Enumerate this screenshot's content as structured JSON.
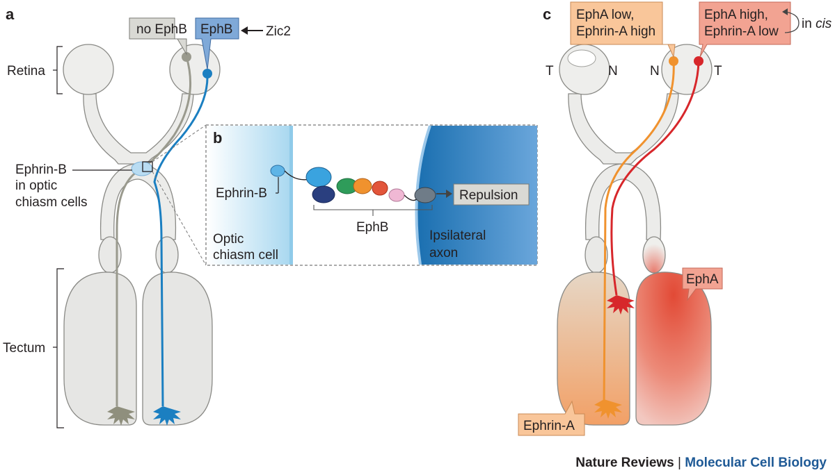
{
  "panels": {
    "a": "a",
    "b": "b",
    "c": "c"
  },
  "panel_a": {
    "retina": "Retina",
    "tectum": "Tectum",
    "no_ephb": "no EphB",
    "ephb": "EphB",
    "zic2": "Zic2",
    "ephrin_b_1": "Ephrin-B",
    "ephrin_b_2": "in optic",
    "ephrin_b_3": "chiasm cells"
  },
  "panel_b": {
    "ephrin_b": "Ephrin-B",
    "ephb": "EphB",
    "repulsion": "Repulsion",
    "optic_1": "Optic",
    "optic_2": "chiasm cell",
    "ipsi_1": "Ipsilateral",
    "ipsi_2": "axon"
  },
  "panel_c": {
    "left_box_1": "EphA low,",
    "left_box_2": "Ephrin-A high",
    "right_box_1": "EphA high,",
    "right_box_2": "Ephrin-A low",
    "in_cis_1": "in ",
    "in_cis_2": "cis",
    "t_left": "T",
    "n_left": "N",
    "n_right": "N",
    "t_right": "T",
    "epha": "EphA",
    "ephrin_a": "Ephrin-A"
  },
  "credit": {
    "journal": "Nature Reviews",
    "sep": " | ",
    "section": "Molecular Cell Biology"
  },
  "colors": {
    "grey_axon": "#9a9a8e",
    "blue_axon": "#1b7fc1",
    "orange_axon": "#f0922e",
    "red_axon": "#d7272b",
    "box_grey": "#d9d9d4",
    "box_blue": "#7fa9d8",
    "box_orange": "#f9c69a",
    "box_red": "#f2a392",
    "credit_blue": "#1f5a96"
  }
}
